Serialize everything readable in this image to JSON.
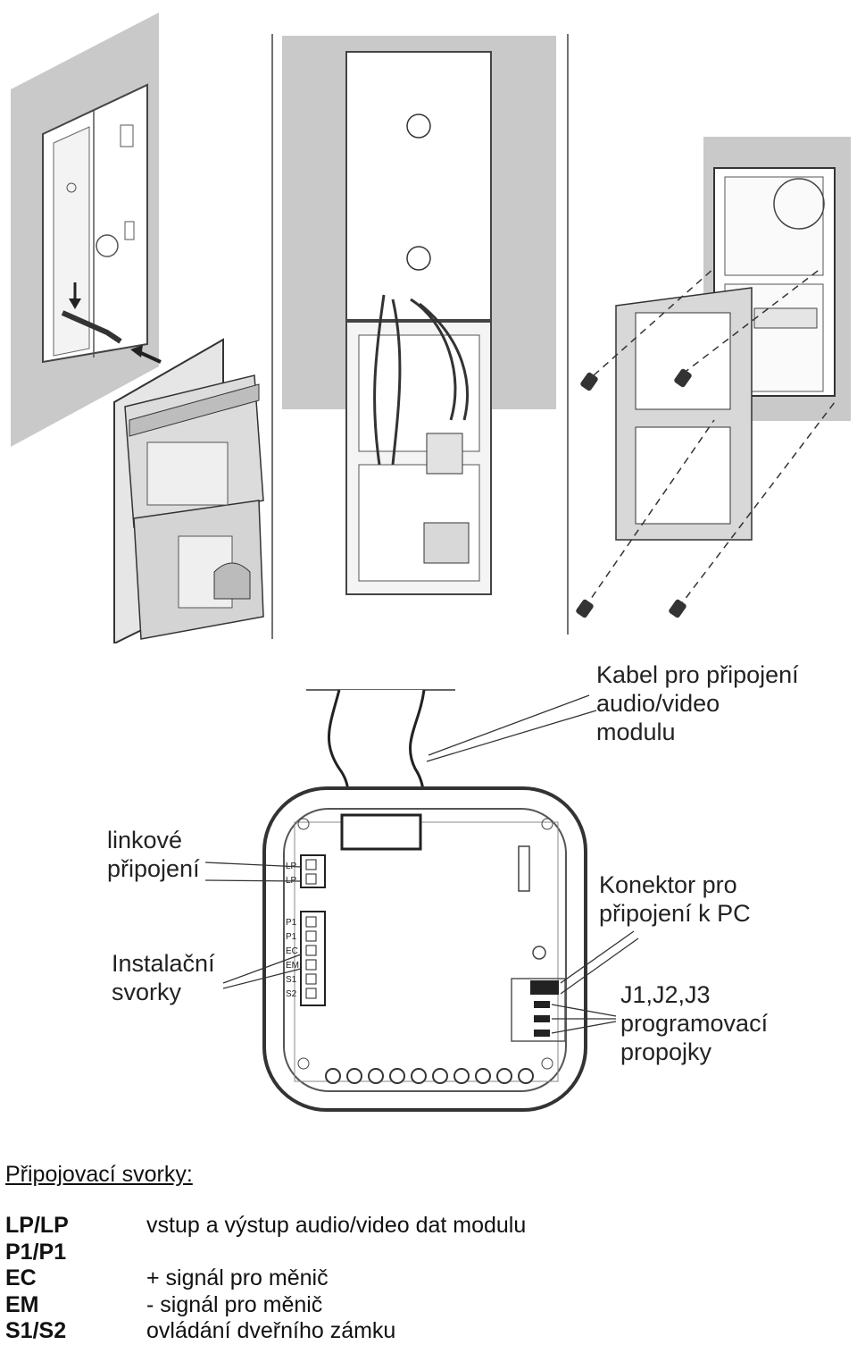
{
  "callouts": {
    "cable": [
      "Kabel pro připojení",
      "audio/video",
      "modulu"
    ],
    "line": [
      "linkové",
      "připojení"
    ],
    "install": [
      "Instalační",
      "svorky"
    ],
    "pc": [
      "Konektor pro",
      "připojení k PC"
    ],
    "jumpers": [
      "J1,J2,J3",
      "programovací",
      "propojky"
    ]
  },
  "board_labels": [
    "LP",
    "LP",
    "P1",
    "P1",
    "EC",
    "EM",
    "S1",
    "S2"
  ],
  "terminals_heading": "Připojovací svorky:",
  "terminals": [
    {
      "code": "LP/LP",
      "desc": "vstup a výstup audio/video dat modulu"
    },
    {
      "code": "P1/P1",
      "desc": ""
    },
    {
      "code": "EC",
      "desc": "+ signál pro měnič"
    },
    {
      "code": "EM",
      "desc": "- signál pro měnič"
    },
    {
      "code": "S1/S2",
      "desc": "ovládání dveřního zámku"
    }
  ]
}
